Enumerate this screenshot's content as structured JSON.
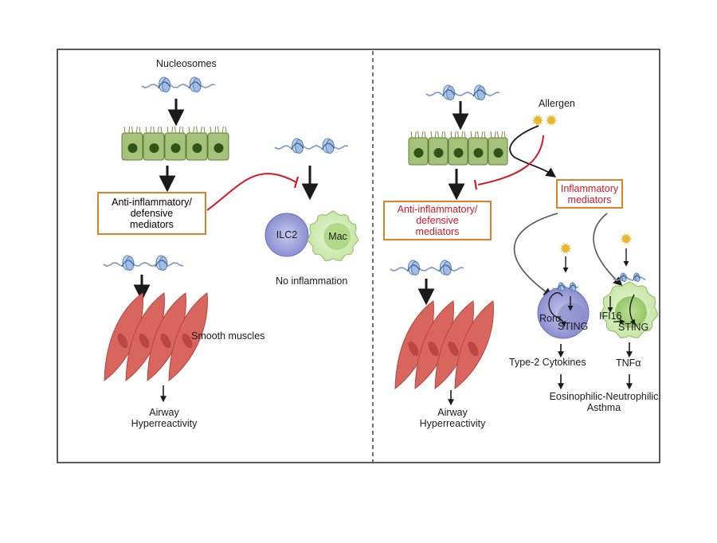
{
  "colors": {
    "frame": "#222222",
    "arrow": "#1a1a1a",
    "inhibit": "#d0182a",
    "box_border": "#d9822b",
    "epithelium": "#a6c27a",
    "nucleus": "#2f5418",
    "muscle": "#d9665e",
    "ilc2": "#a7a9dc",
    "mac": "#d8efbf",
    "allergen": "#e8b82a",
    "dna": "#7a95c7"
  },
  "left_panel": {
    "nucleosomes_label": "Nucleosomes",
    "box_label": "Anti-inflammatory/\ndefensive\nmediators",
    "ilc2_label": "ILC2",
    "mac_label": "Mac",
    "no_inflammation_label": "No inflammation",
    "smooth_muscles_label": "Smooth muscles",
    "airway_label": "Airway\nHyperreactivity"
  },
  "right_panel": {
    "allergen_label": "Allergen",
    "box_red_label": "Anti-inflammatory/\ndefensive\nmediators",
    "inflammatory_label": "Inflammatory\nmediators",
    "rora_label": "Rorα",
    "sting_label_ilc2": "STING",
    "ifi16_label": "IFI16",
    "sting_label_mac": "STING",
    "type2_label": "Type-2 Cytokines",
    "tnf_label": "TNFα",
    "asthma_label": "Eosinophilic-Neutrophilic\nAsthma",
    "airway_label": "Airway\nHyperreactivity"
  }
}
